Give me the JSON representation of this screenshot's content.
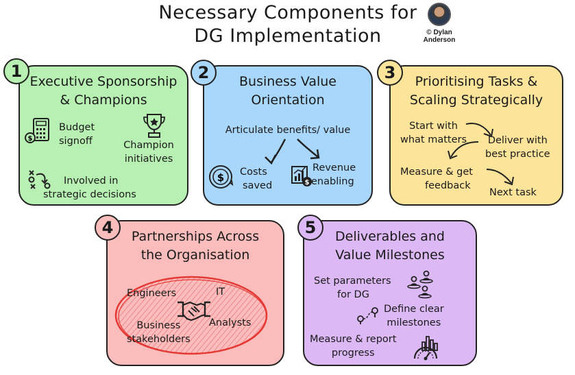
{
  "header": {
    "title_line1": "Necessary Components for",
    "title_line2": "DG Implementation",
    "author_line1": "© Dylan",
    "author_line2": "Anderson"
  },
  "colors": {
    "green": "#b7f0b2",
    "blue": "#a9d6fb",
    "yellow": "#fde49b",
    "red": "#fbbcbc",
    "purple": "#dcb8f5",
    "ellipse": "#e53935"
  },
  "cards": {
    "c1": {
      "number": "1",
      "title_line1": "Executive Sponsorship",
      "title_line2": "& Champions",
      "budget_line1": "Budget",
      "budget_line2": "signoff",
      "champion_line1": "Champion",
      "champion_line2": "initiatives",
      "involved_line1": "Involved in",
      "involved_line2": "strategic decisions"
    },
    "c2": {
      "number": "2",
      "title_line1": "Business Value",
      "title_line2": "Orientation",
      "articulate": "Articulate benefits/ value",
      "costs_line1": "Costs",
      "costs_line2": "saved",
      "revenue_line1": "Revenue",
      "revenue_line2": "enabling"
    },
    "c3": {
      "number": "3",
      "title_line1": "Prioritising Tasks &",
      "title_line2": "Scaling Strategically",
      "start_line1": "Start with",
      "start_line2": "what matters",
      "deliver_line1": "Deliver with",
      "deliver_line2": "best practice",
      "measure_line1": "Measure & get",
      "measure_line2": "feedback",
      "next": "Next task"
    },
    "c4": {
      "number": "4",
      "title_line1": "Partnerships Across",
      "title_line2": "the Organisation",
      "engineers": "Engineers",
      "it": "IT",
      "analysts": "Analysts",
      "business_line1": "Business",
      "business_line2": "stakeholders"
    },
    "c5": {
      "number": "5",
      "title_line1": "Deliverables and",
      "title_line2": "Value Milestones",
      "set_line1": "Set parameters",
      "set_line2": "for DG",
      "define_line1": "Define clear",
      "define_line2": "milestones",
      "measure_line1": "Measure & report",
      "measure_line2": "progress"
    }
  }
}
